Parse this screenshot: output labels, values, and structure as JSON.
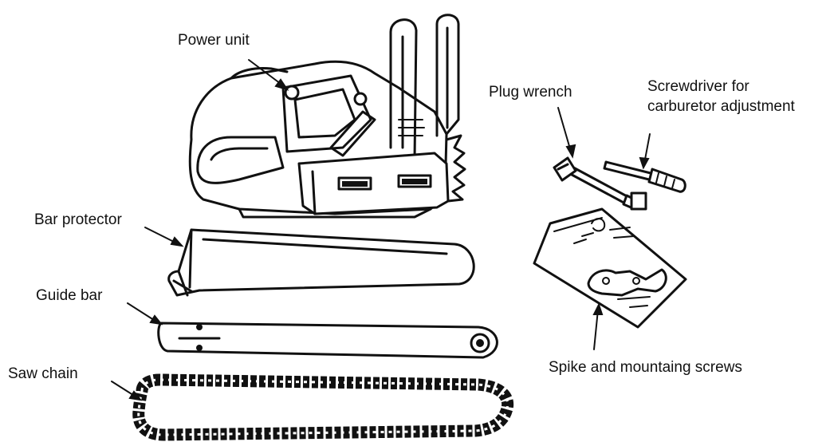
{
  "labels": {
    "power_unit": "Power unit",
    "plug_wrench": "Plug wrench",
    "screwdriver_line1": "Screwdriver for",
    "screwdriver_line2": "carburetor adjustment",
    "bar_protector": "Bar protector",
    "guide_bar": "Guide bar",
    "saw_chain": "Saw chain",
    "spike_screws": "Spike and mountaing screws"
  },
  "icons": {
    "power_unit": "chainsaw-power-unit-icon",
    "plug_wrench": "plug-wrench-icon",
    "screwdriver": "screwdriver-icon",
    "bar_protector": "bar-protector-icon",
    "guide_bar": "guide-bar-icon",
    "saw_chain": "saw-chain-icon",
    "spike_bag": "spike-bag-icon"
  },
  "colors": {
    "ink": "#111111",
    "background": "#ffffff"
  }
}
